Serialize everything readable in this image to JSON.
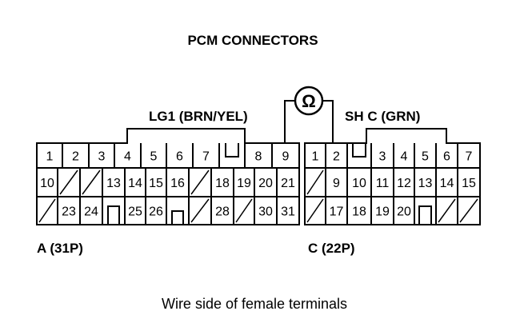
{
  "title": "PCM CONNECTORS",
  "caption": "Wire side of female terminals",
  "probe": {
    "left_label": "LG1 (BRN/YEL)",
    "right_label": "SH C (GRN)",
    "meter_symbol": "Ω",
    "meter_icon": "ohmmeter-icon"
  },
  "connectors": [
    {
      "id": "A",
      "label": "A (31P)",
      "rows": [
        [
          "1",
          "2",
          "3",
          "4",
          "5",
          "6",
          "7",
          "",
          "8",
          "9"
        ],
        [
          "10",
          "/",
          "/",
          "13",
          "14",
          "15",
          "16",
          "/",
          "18",
          "19",
          "20",
          "21"
        ],
        [
          "/",
          "23",
          "24",
          "",
          "25",
          "26",
          "",
          "/",
          "28",
          "/",
          "30",
          "31"
        ]
      ]
    },
    {
      "id": "C",
      "label": "C (22P)",
      "rows": [
        [
          "1",
          "2",
          "",
          "3",
          "4",
          "5",
          "6",
          "7"
        ],
        [
          "/",
          "9",
          "10",
          "11",
          "12",
          "13",
          "14",
          "15"
        ],
        [
          "/",
          "17",
          "18",
          "19",
          "20",
          "",
          "/",
          "/"
        ]
      ]
    }
  ]
}
